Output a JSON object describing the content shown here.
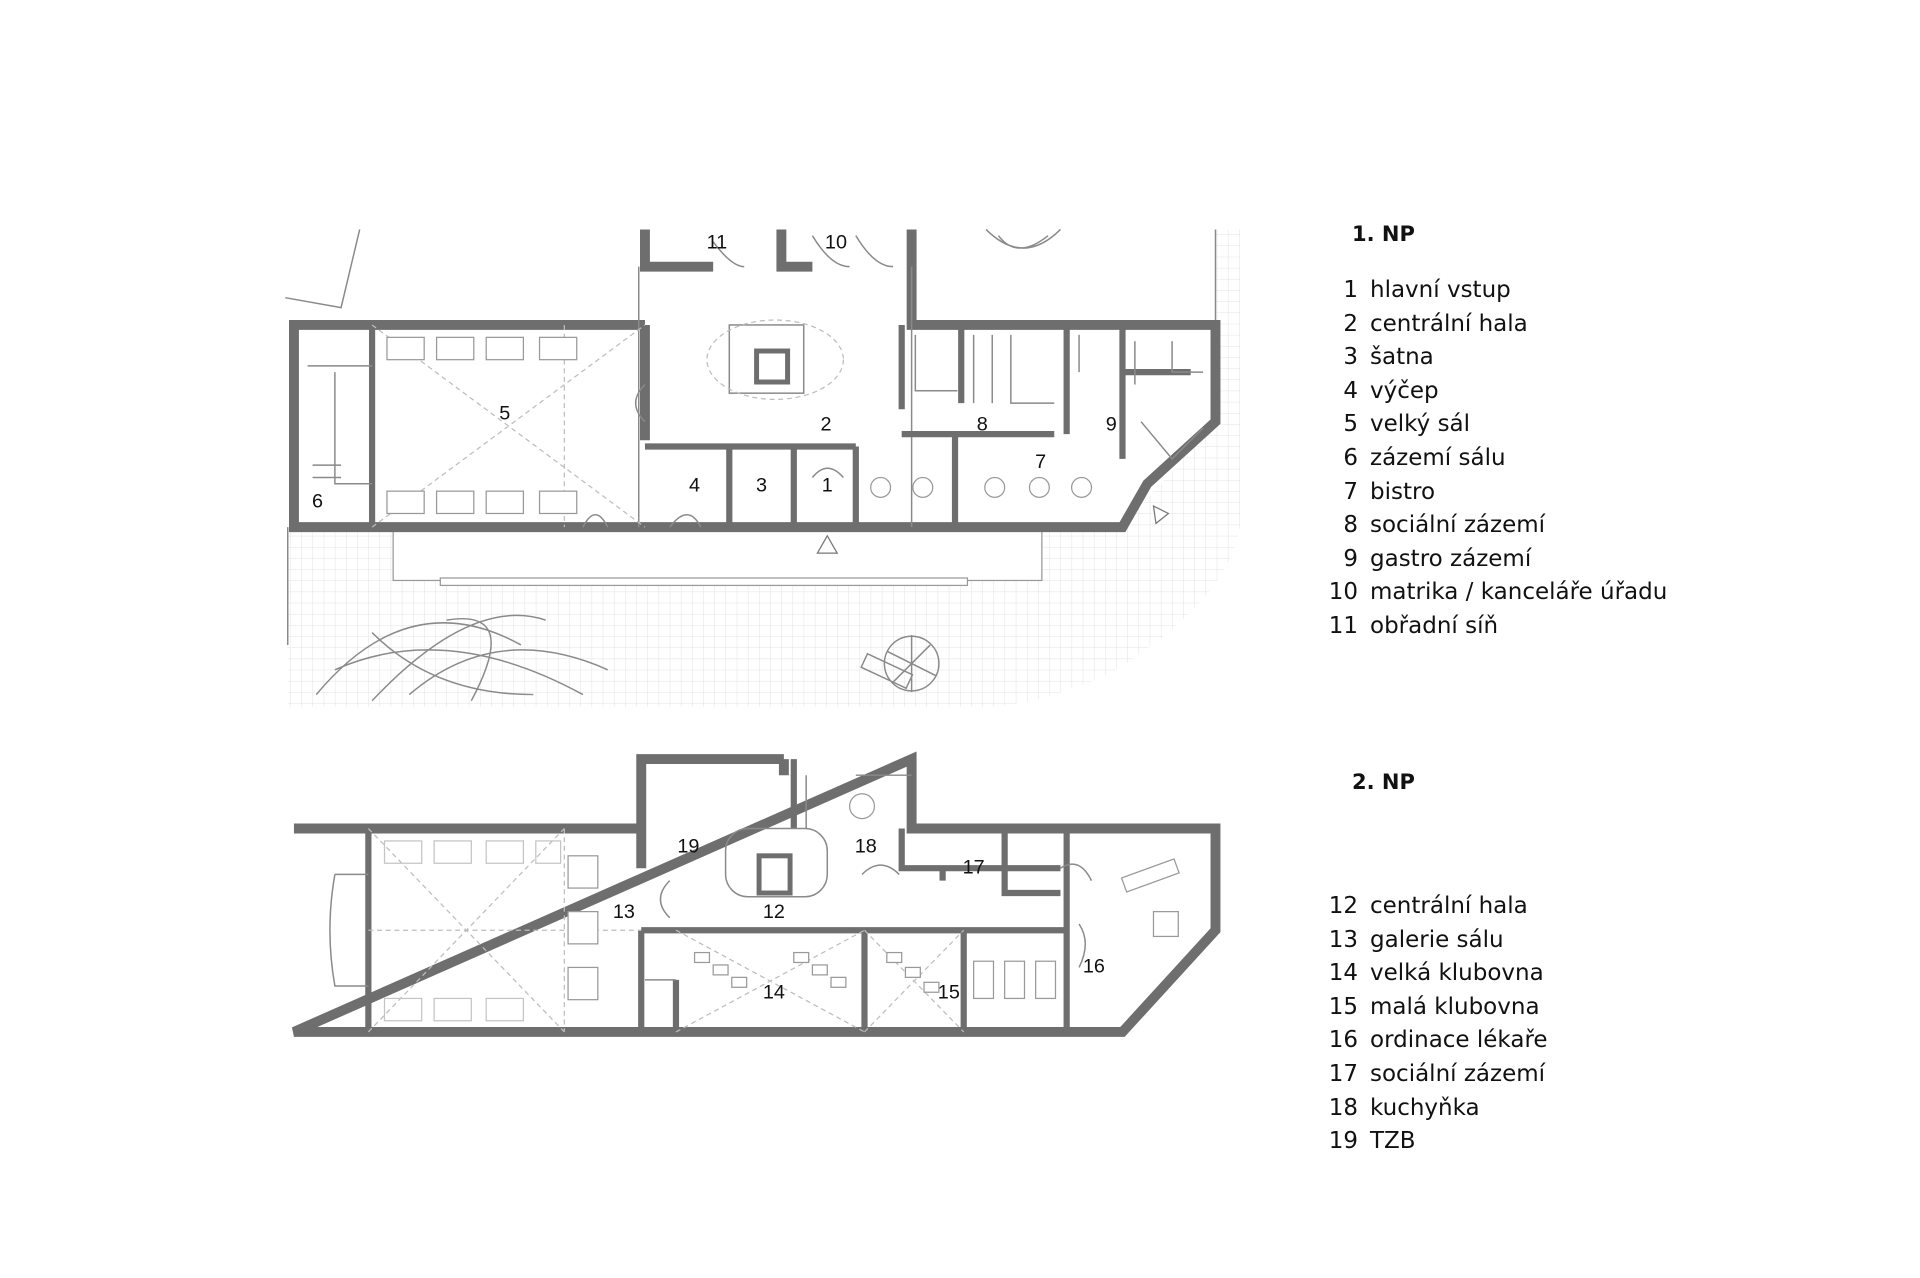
{
  "floor1": {
    "title": "1. NP",
    "rooms": [
      {
        "n": "1",
        "label": "hlavní vstup"
      },
      {
        "n": "2",
        "label": "centrální hala"
      },
      {
        "n": "3",
        "label": "šatna"
      },
      {
        "n": "4",
        "label": "výčep"
      },
      {
        "n": "5",
        "label": "velký sál"
      },
      {
        "n": "6",
        "label": "zázemí sálu"
      },
      {
        "n": "7",
        "label": "bistro"
      },
      {
        "n": "8",
        "label": "sociální zázemí"
      },
      {
        "n": "9",
        "label": "gastro zázemí"
      },
      {
        "n": "10",
        "label": "matrika / kanceláře úřadu"
      },
      {
        "n": "11",
        "label": "obřadní síň"
      }
    ]
  },
  "floor2": {
    "title": "2. NP",
    "rooms": [
      {
        "n": "12",
        "label": "centrální hala"
      },
      {
        "n": "13",
        "label": "galerie sálu"
      },
      {
        "n": "14",
        "label": "velká klubovna"
      },
      {
        "n": "15",
        "label": "malá klubovna"
      },
      {
        "n": "16",
        "label": "ordinace lékaře"
      },
      {
        "n": "17",
        "label": "sociální zázemí"
      },
      {
        "n": "18",
        "label": "kuchyňka"
      },
      {
        "n": "19",
        "label": "TZB"
      }
    ]
  },
  "colors": {
    "wall": "#6e6e6e",
    "grid": "#e3e3e3",
    "text": "#111111"
  }
}
